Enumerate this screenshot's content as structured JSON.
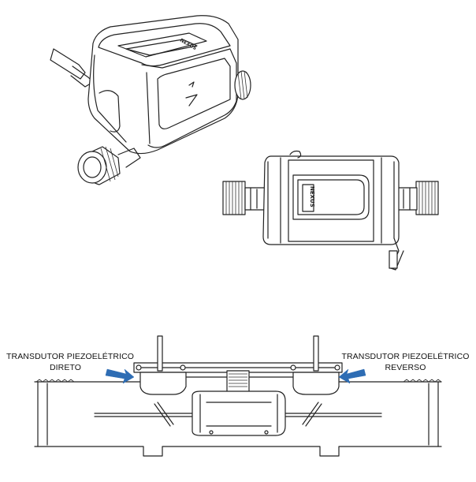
{
  "figure": {
    "labels": {
      "left_line1": "TRANSDUTOR PIEZOELÉTRICO",
      "left_line2": "DIRETO",
      "right_line1": "TRANSDUTOR PIEZOELÉTRICO",
      "right_line2": "REVERSO"
    },
    "brand_text": "NEXUS",
    "arrow_color": "#2e6db4",
    "line_color": "#222222"
  }
}
